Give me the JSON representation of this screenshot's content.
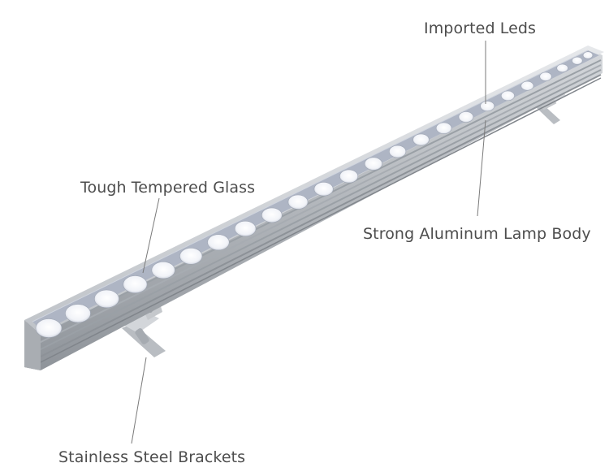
{
  "labels": {
    "imported_leds": "Imported Leds",
    "tough_tempered_glass": "Tough Tempered Glass",
    "strong_aluminum_lamp_body": "Strong Aluminum Lamp Body",
    "stainless_steel_brackets": "Stainless Steel Brackets"
  },
  "colors": {
    "glass": "#aeb5c4",
    "aluminum": "#c9ccd0",
    "led": "#f4f6fb",
    "leader_line": "#7a7a7a",
    "label_text": "#4d4d4d"
  },
  "led_count": 24
}
